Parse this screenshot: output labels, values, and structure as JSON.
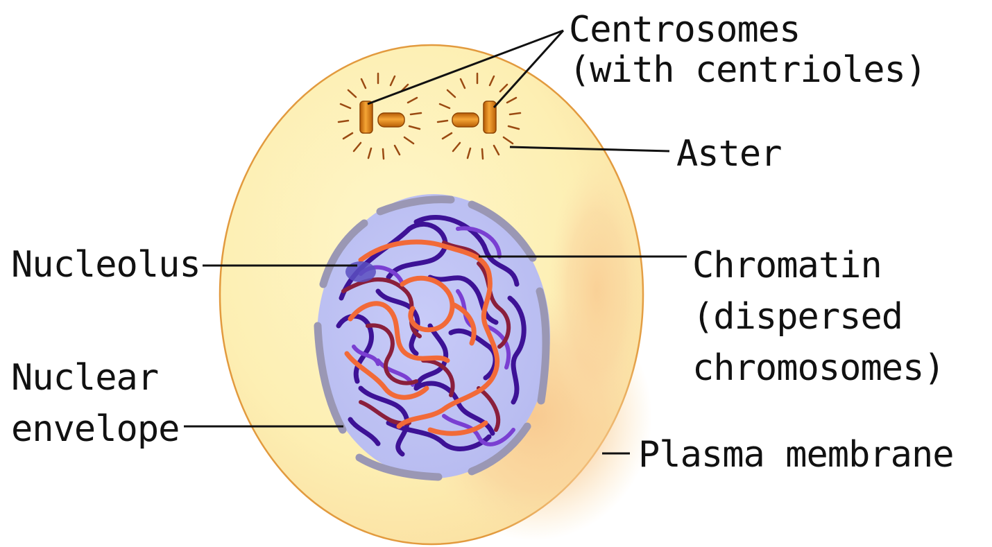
{
  "labels": {
    "centrosomes": [
      "Centrosomes",
      "(with centrioles)"
    ],
    "aster": "Aster",
    "chromatin": [
      "Chromatin",
      "(dispersed",
      "chromosomes)"
    ],
    "nucleolus": "Nucleolus",
    "nuclear_envelope": [
      "Nuclear",
      "envelope"
    ],
    "plasma_membrane": "Plasma membrane"
  },
  "colors": {
    "cytoplasm": "#fdf2b8",
    "cytoplasm_shadow": "#f9cf94",
    "plasma_membrane": "#e29a3e",
    "nucleus": "#c2c6f6",
    "nuclear_envelope": "#9a97b4",
    "chromatin_dark": "#3d1296",
    "chromatin_medium": "#7a3fd2",
    "chromatin_maroon": "#8a1f3c",
    "chromatin_orange": "#f26a38",
    "nucleolus": "#5b4fbf",
    "centriole": "#d77408",
    "leader_line": "#111111"
  }
}
